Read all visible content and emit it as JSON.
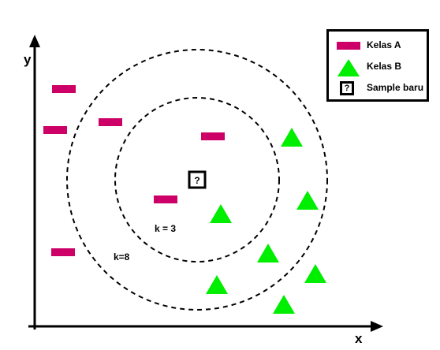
{
  "axes": {
    "x_label": "x",
    "y_label": "y"
  },
  "circles": [
    {
      "label": "k = 3"
    },
    {
      "label": "k=8"
    }
  ],
  "query": {
    "symbol": "?"
  },
  "legend": {
    "items": [
      {
        "label": "Kelas A",
        "symbol": "rectangle",
        "color": "#cc0066"
      },
      {
        "label": "Kelas B",
        "symbol": "triangle",
        "color": "#00ee00"
      },
      {
        "label": "Sample baru",
        "symbol": "?"
      }
    ]
  },
  "colors": {
    "class_a": "#cc0066",
    "class_b": "#00ee00",
    "axis": "#000000"
  }
}
